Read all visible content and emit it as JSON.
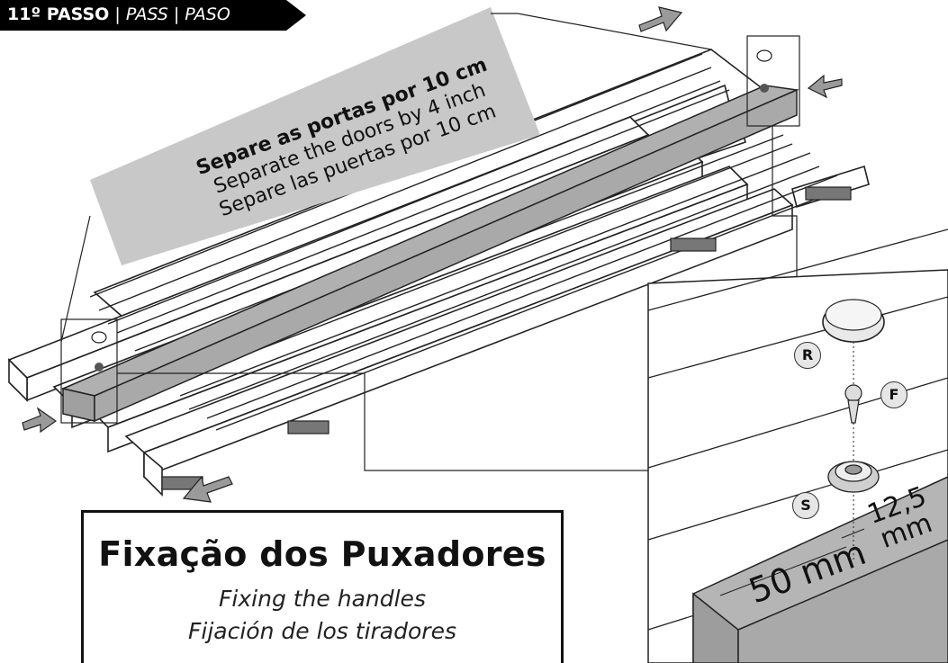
{
  "step": {
    "number_label": "11º PASSO",
    "pass_label": "PASS",
    "paso_label": "PASO",
    "separator": "|"
  },
  "note": {
    "pt": "Separe as portas por 10 cm",
    "en": "Separate the doors by 4 inch",
    "es": "Separe las puertas por 10 cm"
  },
  "title": {
    "pt": "Fixação dos Puxadores",
    "en": "Fixing the handles",
    "es": "Fijación de los tiradores"
  },
  "parts": {
    "r": "R",
    "f": "F",
    "s": "S"
  },
  "ruler": {
    "distance": "50 mm",
    "depth_value": "12,5",
    "depth_unit": "mm"
  },
  "colors": {
    "banner": "#000000",
    "note_band": "#c8c8c8",
    "handle_gray": "#a9a9a9",
    "arrow_gray": "#9a9a9a"
  },
  "icons": [
    "move-arrow-icon",
    "screw-icon",
    "cap-icon",
    "washer-icon"
  ]
}
